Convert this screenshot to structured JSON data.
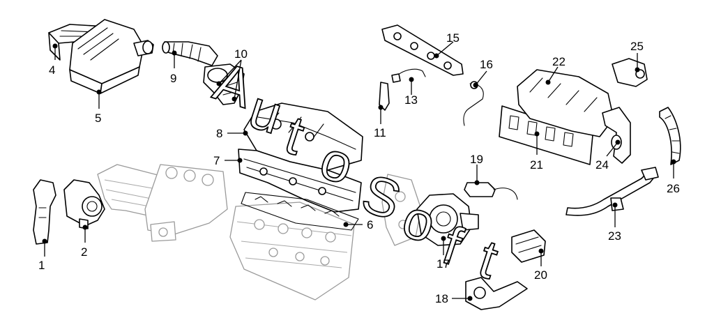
{
  "watermark": {
    "letters": [
      "A",
      "u",
      "t",
      "o",
      "S",
      "o",
      "f",
      "t"
    ]
  },
  "callouts": [
    {
      "id": "1",
      "label": "1"
    },
    {
      "id": "2",
      "label": "2"
    },
    {
      "id": "4",
      "label": "4"
    },
    {
      "id": "5",
      "label": "5"
    },
    {
      "id": "6",
      "label": "6"
    },
    {
      "id": "7",
      "label": "7"
    },
    {
      "id": "8",
      "label": "8"
    },
    {
      "id": "9",
      "label": "9"
    },
    {
      "id": "10",
      "label": "10"
    },
    {
      "id": "11",
      "label": "11"
    },
    {
      "id": "13",
      "label": "13"
    },
    {
      "id": "15",
      "label": "15"
    },
    {
      "id": "16",
      "label": "16"
    },
    {
      "id": "17",
      "label": "17"
    },
    {
      "id": "18",
      "label": "18"
    },
    {
      "id": "19",
      "label": "19"
    },
    {
      "id": "20",
      "label": "20"
    },
    {
      "id": "21",
      "label": "21"
    },
    {
      "id": "22",
      "label": "22"
    },
    {
      "id": "23",
      "label": "23"
    },
    {
      "id": "24",
      "label": "24"
    },
    {
      "id": "25",
      "label": "25"
    },
    {
      "id": "26",
      "label": "26"
    }
  ]
}
